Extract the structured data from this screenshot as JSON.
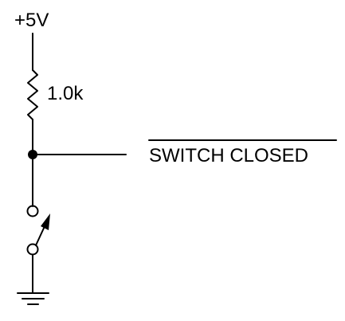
{
  "supply_label": "+5V",
  "resistor_label": "1.0k",
  "output_label": "SWITCH CLOSED",
  "output_label_overbar": true,
  "colors": {
    "ink": "#000000",
    "background": "#ffffff"
  }
}
